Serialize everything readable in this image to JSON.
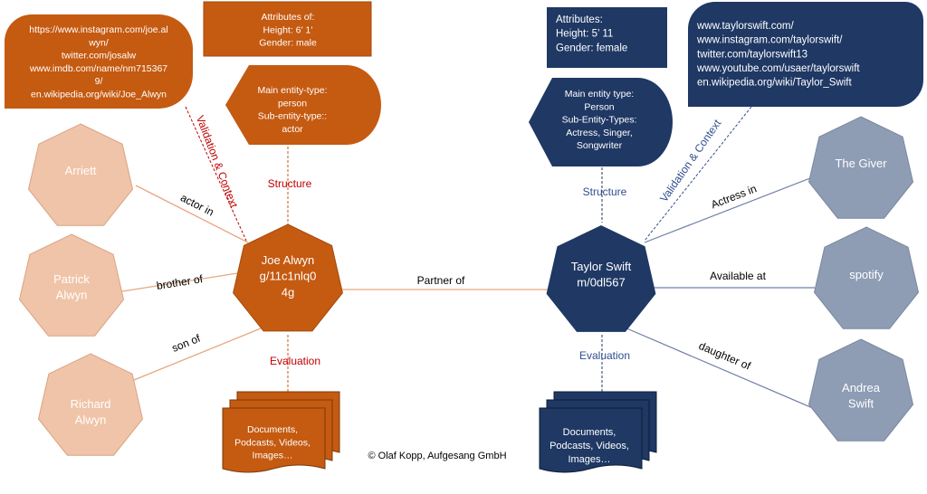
{
  "colors": {
    "orange": "#c55a11",
    "orange_light": "#f0c4a8",
    "orange_light_border": "#d9a384",
    "navy": "#1f3864",
    "slate": "#8e9cb4",
    "red_label": "#c00000",
    "blue_label": "#2f4e8c"
  },
  "joe": {
    "center": "Joe Alwyn\ng/11c1nlq0\n4g",
    "attributes": "Attributes of:\nHeight:  6’ 1’\nGender: male",
    "entity_type": "Main entity-type:\nperson\nSub-entity-type::\nactor",
    "links": "https://www.instagram.com/joe.al\nwyn/\ntwitter.com/josalw\nwww.imdb.com/name/nm715367\n9/\nen.wikipedia.org/wiki/Joe_Alwyn",
    "documents": "Documents,\nPodcasts, Videos,\nImages…",
    "structure_label": "Structure",
    "evaluation_label": "Evaluation",
    "validation_label": "Validation & Context",
    "relations": [
      {
        "node": "Arriett",
        "edge": "actor in"
      },
      {
        "node": "Patrick\nAlwyn",
        "edge": "brother of"
      },
      {
        "node": "Richard\nAlwyn",
        "edge": "son of"
      }
    ]
  },
  "taylor": {
    "center": "Taylor Swift\nm/0dl567",
    "attributes": "Attributes:\nHeight:  5’ 11\nGender: female",
    "entity_type": "Main entity type:\nPerson\nSub-Entity-Types:\nActress, Singer,\nSongwriter",
    "links": "www.taylorswift.com/\nwww.instagram.com/taylorswift/\ntwitter.com/taylorswift13\nwww.youtube.com/usaer/taylorswift\nen.wikipedia.org/wiki/Taylor_Swift",
    "documents": "Documents,\nPodcasts, Videos,\nImages…",
    "structure_label": "Structure",
    "evaluation_label": "Evaluation",
    "validation_label": "Validation & Context",
    "relations": [
      {
        "node": "The Giver",
        "edge": "Actress in"
      },
      {
        "node": "spotify",
        "edge": "Available at"
      },
      {
        "node": "Andrea\nSwift",
        "edge": "daughter of"
      }
    ]
  },
  "partner_label": "Partner of",
  "copyright": "© Olaf Kopp, Aufgesang GmbH"
}
